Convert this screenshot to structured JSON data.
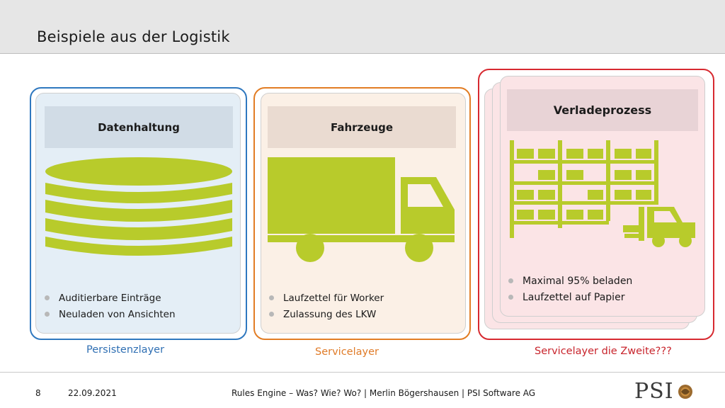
{
  "slide": {
    "title": "Beispiele aus der Logistik"
  },
  "panels": [
    {
      "heading": "Datenhaltung",
      "bullets": [
        "Auditierbare Einträge",
        "Neuladen von Ansichten"
      ],
      "caption": "Persistenzlayer",
      "border_color": "#2f78bf",
      "icon": "database-icon"
    },
    {
      "heading": "Fahrzeuge",
      "bullets": [
        "Laufzettel für Worker",
        "Zulassung des LKW"
      ],
      "caption": "Servicelayer",
      "border_color": "#e27d24",
      "icon": "truck-icon"
    },
    {
      "heading": "Verladeprozess",
      "bullets": [
        "Maximal 95% beladen",
        "Laufzettel auf Papier"
      ],
      "caption": "Servicelayer die Zweite???",
      "border_color": "#d72930",
      "icon": "warehouse-forklift-icon"
    }
  ],
  "footer": {
    "page_number": "8",
    "date": "22.09.2021",
    "text": "Rules Engine – Was? Wie? Wo? | Merlin Bögershausen | PSI Software AG",
    "logo_text": "PSI",
    "logo_icon": "psi-logo-icon"
  },
  "colors": {
    "icon_green": "#b8cb2b",
    "header_bg": "#e6e6e6"
  }
}
